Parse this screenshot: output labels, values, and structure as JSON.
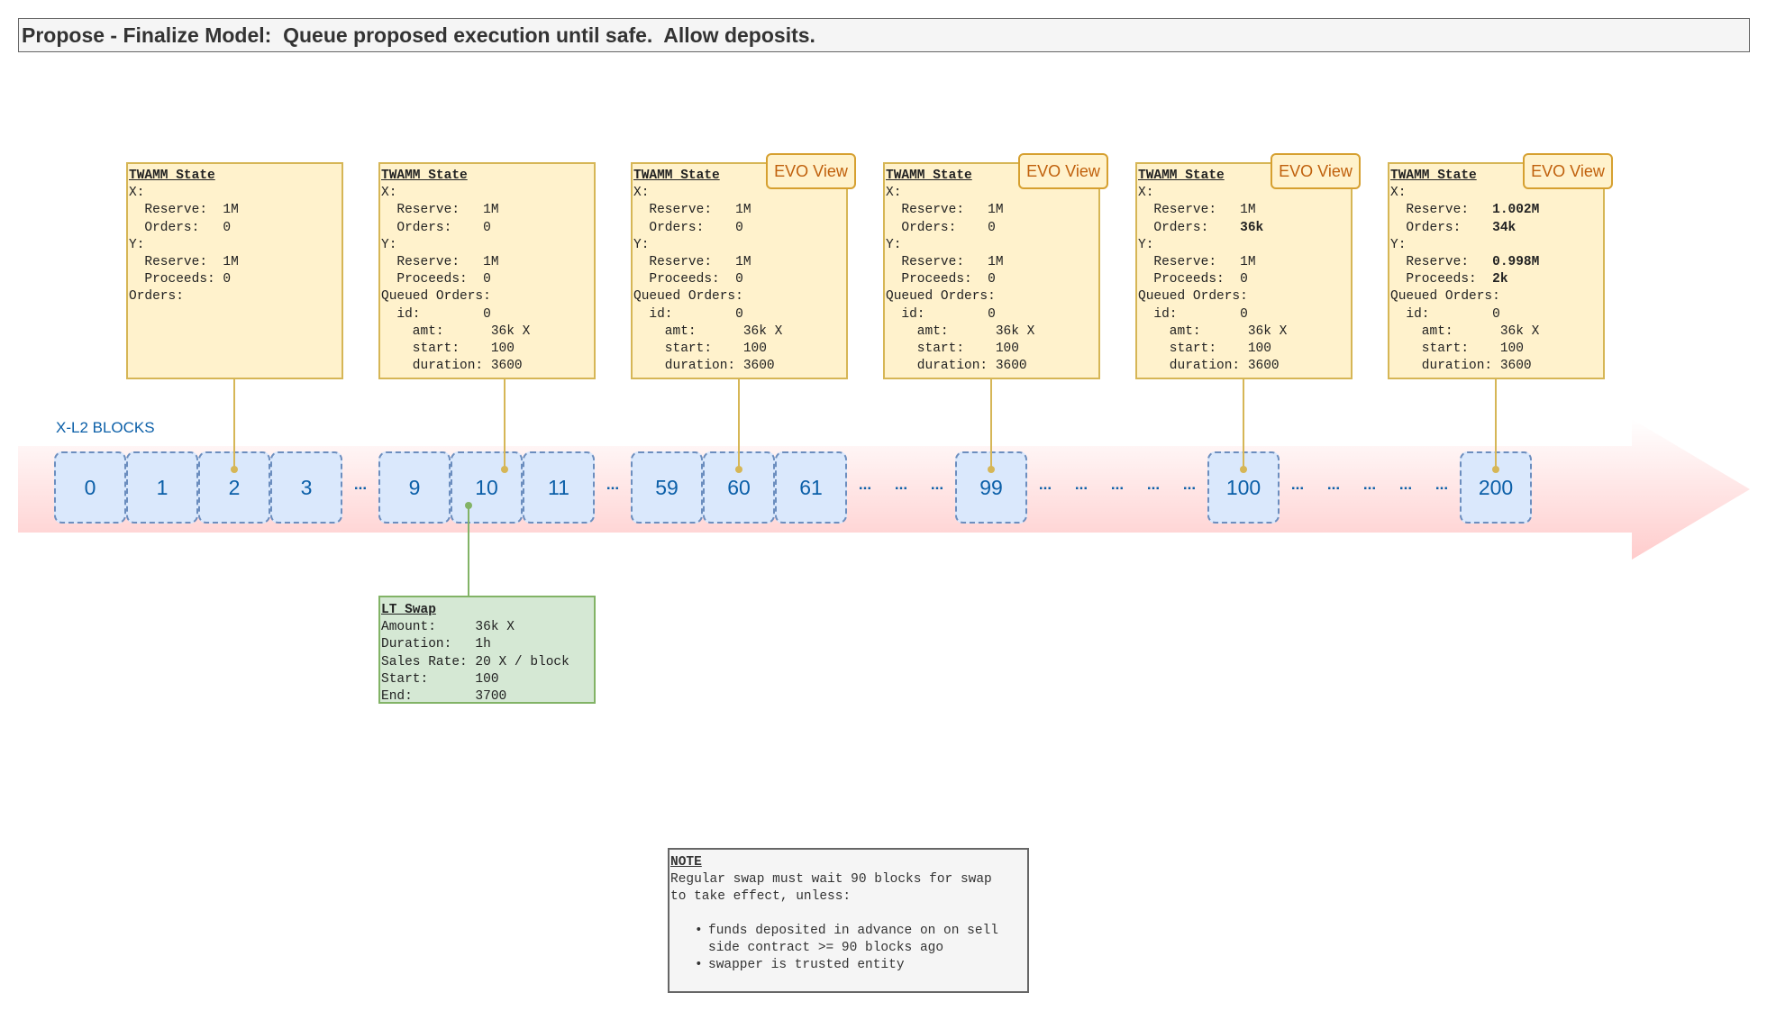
{
  "title": "Propose - Finalize Model:  Queue proposed execution until safe.  Allow deposits.",
  "timeline": {
    "label": "X-L2 BLOCKS",
    "blocks": [
      "0",
      "1",
      "2",
      "3",
      "9",
      "10",
      "11",
      "59",
      "60",
      "61",
      "99",
      "100",
      "200"
    ],
    "ellipsis": "..."
  },
  "evo_label": "EVO View",
  "states": [
    {
      "title": "TWAMM State",
      "lines": [
        [
          "X:"
        ],
        [
          "  Reserve:  1M"
        ],
        [
          "  Orders:   0"
        ],
        [
          "Y:"
        ],
        [
          "  Reserve:  1M"
        ],
        [
          "  Proceeds: 0"
        ],
        [
          "Orders:"
        ]
      ]
    },
    {
      "title": "TWAMM State",
      "lines": [
        [
          "X:"
        ],
        [
          "  Reserve:   1M"
        ],
        [
          "  Orders:    0"
        ],
        [
          "Y:"
        ],
        [
          "  Reserve:   1M"
        ],
        [
          "  Proceeds:  0"
        ],
        [
          "Queued Orders:"
        ],
        [
          "  id:        0"
        ],
        [
          "    amt:      36k X"
        ],
        [
          "    start:    100"
        ],
        [
          "    duration: 3600"
        ]
      ]
    },
    {
      "title": "TWAMM State",
      "lines": [
        [
          "X:"
        ],
        [
          "  Reserve:   1M"
        ],
        [
          "  Orders:    0"
        ],
        [
          "Y:"
        ],
        [
          "  Reserve:   1M"
        ],
        [
          "  Proceeds:  0"
        ],
        [
          "Queued Orders:"
        ],
        [
          "  id:        0"
        ],
        [
          "    amt:      36k X"
        ],
        [
          "    start:    100"
        ],
        [
          "    duration: 3600"
        ]
      ]
    },
    {
      "title": "TWAMM State",
      "lines": [
        [
          "X:"
        ],
        [
          "  Reserve:   1M"
        ],
        [
          "  Orders:    0"
        ],
        [
          "Y:"
        ],
        [
          "  Reserve:   1M"
        ],
        [
          "  Proceeds:  0"
        ],
        [
          "Queued Orders:"
        ],
        [
          "  id:        0"
        ],
        [
          "    amt:      36k X"
        ],
        [
          "    start:    100"
        ],
        [
          "    duration: 3600"
        ]
      ]
    },
    {
      "title": "TWAMM State",
      "lines": [
        [
          "X:"
        ],
        [
          "  Reserve:   1M"
        ],
        [
          "  Orders:    ",
          "36k"
        ],
        [
          "Y:"
        ],
        [
          "  Reserve:   1M"
        ],
        [
          "  Proceeds:  0"
        ],
        [
          "Queued Orders:"
        ],
        [
          "  id:        0"
        ],
        [
          "    amt:      36k X"
        ],
        [
          "    start:    100"
        ],
        [
          "    duration: 3600"
        ]
      ]
    },
    {
      "title": "TWAMM State",
      "lines": [
        [
          "X:"
        ],
        [
          "  Reserve:   ",
          "1.002M"
        ],
        [
          "  Orders:    ",
          "34k"
        ],
        [
          "Y:"
        ],
        [
          "  Reserve:   ",
          "0.998M"
        ],
        [
          "  Proceeds:  ",
          "2k"
        ],
        [
          "Queued Orders:"
        ],
        [
          "  id:        0"
        ],
        [
          "    amt:      36k X"
        ],
        [
          "    start:    100"
        ],
        [
          "    duration: 3600"
        ]
      ]
    }
  ],
  "lt_swap": {
    "title": "LT Swap",
    "lines": [
      "Amount:     36k X",
      "Duration:   1h",
      "Sales Rate: 20 X / block",
      "Start:      100",
      "End:        3700"
    ]
  },
  "note": {
    "title": "NOTE",
    "lines": [
      "Regular swap must wait 90 blocks for swap",
      "to take effect, unless:"
    ],
    "bullets": [
      "funds deposited in advance on on sell\nside contract >= 90 blocks ago",
      "swapper is trusted entity"
    ]
  },
  "colors": {
    "block_fill": "#dae8fc",
    "block_border": "#6c8ebf",
    "block_text": "#0b5fa8",
    "state_fill": "#fff2cc",
    "state_border": "#d6b656",
    "swap_fill": "#d5e8d4",
    "swap_border": "#82b366",
    "note_fill": "#f5f5f5",
    "arrow": "#ffcccc",
    "evo_text": "#c0600c"
  }
}
